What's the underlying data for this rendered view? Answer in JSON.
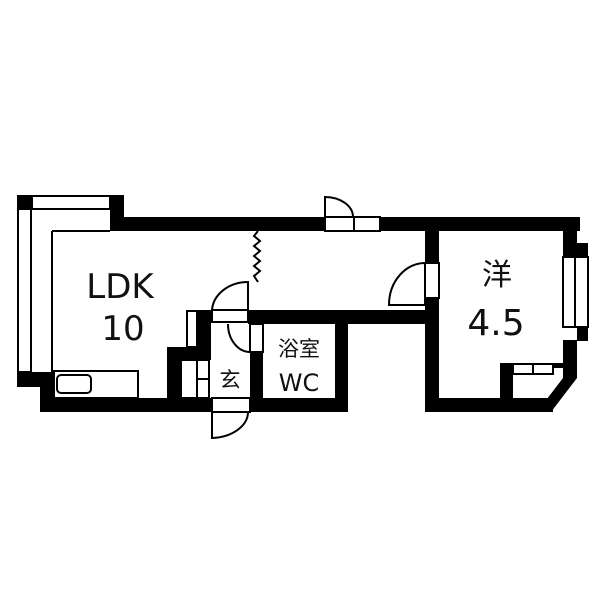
{
  "floorplan": {
    "colors": {
      "wall": "#000000",
      "background": "#ffffff",
      "line": "#000000"
    },
    "rooms": [
      {
        "id": "ldk",
        "name": "LDK",
        "size": "10"
      },
      {
        "id": "western",
        "name": "洋",
        "size": "4.5"
      },
      {
        "id": "bath",
        "name": "浴室",
        "size": "WC"
      },
      {
        "id": "entrance",
        "name": "玄",
        "size": ""
      }
    ]
  }
}
